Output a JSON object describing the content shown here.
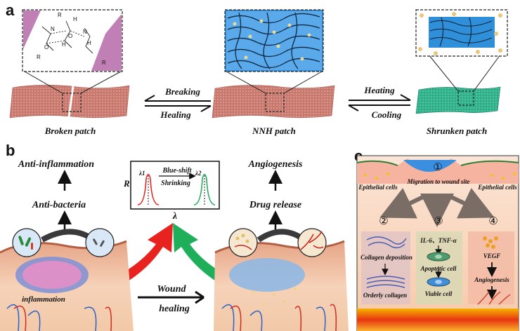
{
  "panel_a": {
    "label": "a",
    "broken_patch": "Broken patch",
    "nnh_patch": "NNH patch",
    "shrunken_patch": "Shrunken patch",
    "breaking": "Breaking",
    "healing": "Healing",
    "heating": "Heating",
    "cooling": "Cooling",
    "chem": {
      "r": "R",
      "o": "O",
      "h": "H",
      "n": "N"
    }
  },
  "panel_b": {
    "label": "b",
    "anti_inflammation": "Anti-inflammation",
    "anti_bacteria": "Anti-bacteria",
    "angiogenesis": "Angiogenesis",
    "drug_release": "Drug release",
    "inflammation": "inflammation",
    "wound_healing_1": "Wound",
    "wound_healing_2": "healing",
    "spectrum": {
      "r": "R",
      "lambda": "λ",
      "lambda1": "λ1",
      "lambda2": "λ2",
      "blue_shift": "Blue-shift",
      "shrinking": "Shrinking"
    }
  },
  "panel_c": {
    "label": "c",
    "step1": "①",
    "step2": "②",
    "step3": "③",
    "step4": "④",
    "epithelial_left": "Epithelial cells",
    "epithelial_right": "Epithelial cells",
    "migration": "Migration to wound site",
    "collagen_deposition": "Collagen deposition",
    "orderly_collagen": "Orderly collagen",
    "il6": "IL-6、TNF-α",
    "apoptotic": "Apoptotic cell",
    "viable": "Viable cell",
    "vegf": "VEGF",
    "angiogenesis": "Angiogenesis"
  },
  "colors": {
    "patch_pink": "#c9786e",
    "patch_green": "#2fb089",
    "hydrogel_blue": "#2f8fd8",
    "arrow_red": "#e8231f",
    "arrow_green": "#1fae5a",
    "skin": "#f0b59a"
  }
}
